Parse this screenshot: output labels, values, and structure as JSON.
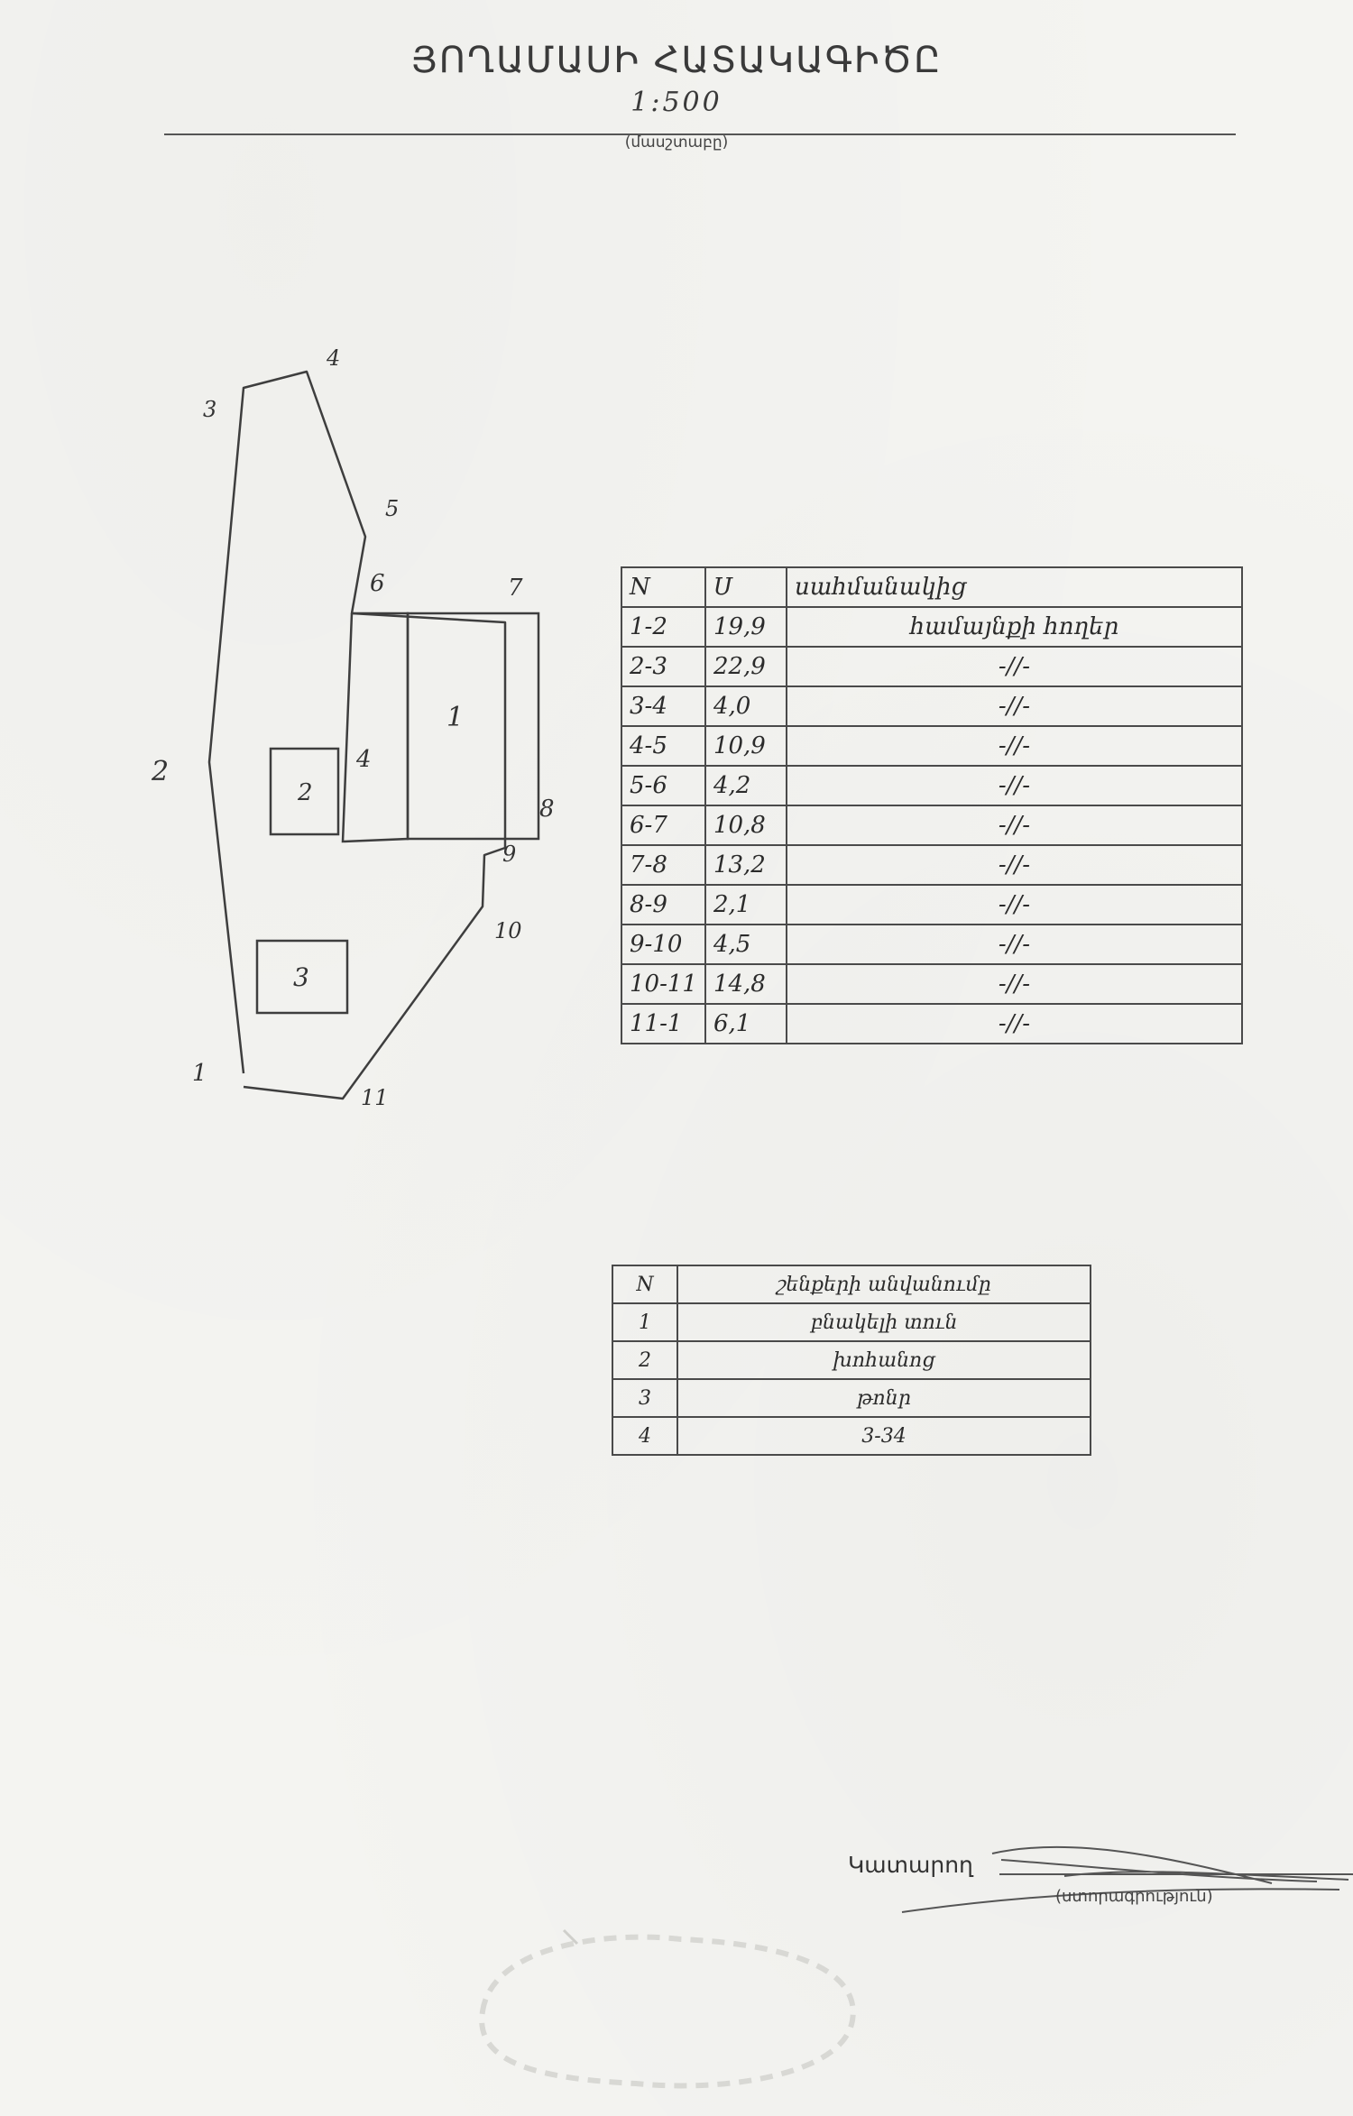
{
  "document": {
    "title": "ՅՈՂԱՄԱՍԻ ՀԱՏԱԿԱԳԻԾԸ",
    "scale": "1:500",
    "scale_caption": "(մասշտաբը)"
  },
  "plan": {
    "vertex_labels": [
      "1",
      "2",
      "3",
      "4",
      "5",
      "6",
      "7",
      "8",
      "9",
      "10",
      "11"
    ],
    "building_labels": [
      "1",
      "2",
      "3",
      "4"
    ]
  },
  "boundary_table": {
    "headers": [
      "N",
      "Ս",
      "սահմանակից"
    ],
    "rows": [
      {
        "n": "1-2",
        "s": "19,9",
        "neighbor": "համայնքի հողեր"
      },
      {
        "n": "2-3",
        "s": "22,9",
        "neighbor": "-//-"
      },
      {
        "n": "3-4",
        "s": "4,0",
        "neighbor": "-//-"
      },
      {
        "n": "4-5",
        "s": "10,9",
        "neighbor": "-//-"
      },
      {
        "n": "5-6",
        "s": "4,2",
        "neighbor": "-//-"
      },
      {
        "n": "6-7",
        "s": "10,8",
        "neighbor": "-//-"
      },
      {
        "n": "7-8",
        "s": "13,2",
        "neighbor": "-//-"
      },
      {
        "n": "8-9",
        "s": "2,1",
        "neighbor": "-//-"
      },
      {
        "n": "9-10",
        "s": "4,5",
        "neighbor": "-//-"
      },
      {
        "n": "10-11",
        "s": "14,8",
        "neighbor": "-//-"
      },
      {
        "n": "11-1",
        "s": "6,1",
        "neighbor": "-//-"
      }
    ]
  },
  "buildings_table": {
    "headers": [
      "N",
      "շենքերի անվանումը"
    ],
    "rows": [
      {
        "n": "1",
        "name": "բնակելի տուն"
      },
      {
        "n": "2",
        "name": "խոհանոց"
      },
      {
        "n": "3",
        "name": "թոնր"
      },
      {
        "n": "4",
        "name": "3-34"
      }
    ]
  },
  "signature": {
    "label": "Կատարող",
    "caption": "(ստորագրություն)"
  }
}
